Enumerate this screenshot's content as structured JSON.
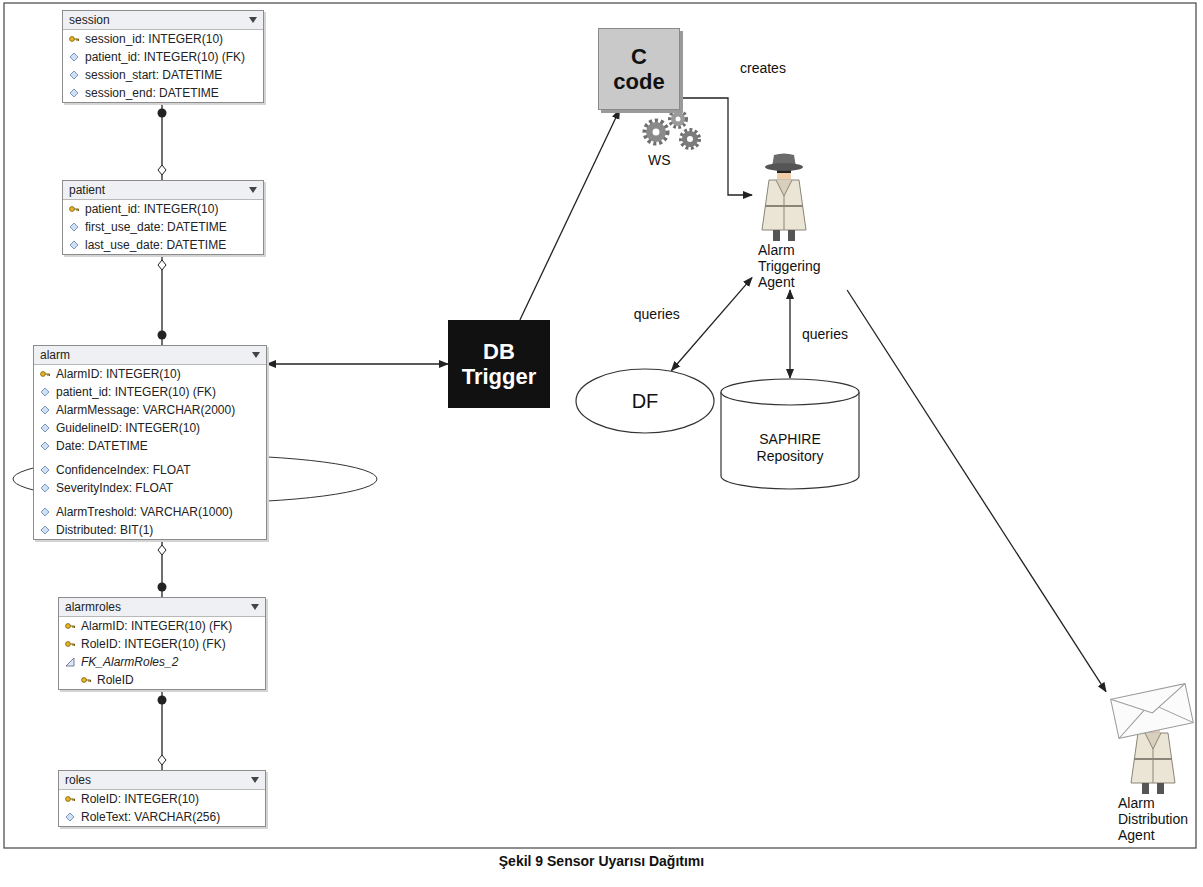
{
  "diagram": {
    "caption": "Şekil 9 Sensor Uyarısı Dağıtımı",
    "nodes": [
      {
        "text": [
          "session",
          "session_id: INTEGER(10)",
          "patient_id: INTEGER(10) (FK)",
          "session_start: DATETIME",
          "session_end: DATETIME"
        ]
      },
      {
        "text": [
          "patient",
          "patient_id: INTEGER(10)",
          "first_use_date: DATETIME",
          "last_use_date: DATETIME"
        ]
      },
      {
        "text": [
          "alarm",
          "AlarmID: INTEGER(10)",
          "patient_id: INTEGER(10) (FK)",
          "AlarmMessage: VARCHAR(2000)",
          "GuidelineID: INTEGER(10)",
          "Date: DATETIME",
          "ConfidenceIndex: FLOAT",
          "SeverityIndex: FLOAT",
          "AlarmTreshold: VARCHAR(1000)",
          "Distributed: BIT(1)"
        ]
      },
      {
        "text": [
          "alarmroles",
          "AlarmID: INTEGER(10) (FK)",
          "RoleID: INTEGER(10) (FK)",
          "FK_AlarmRoles_2",
          "RoleID"
        ]
      },
      {
        "text": [
          "roles",
          "RoleID: INTEGER(10)",
          "RoleText: VARCHAR(256)"
        ]
      },
      {
        "text": [
          "DB Trigger"
        ]
      },
      {
        "text": [
          "C code"
        ]
      },
      {
        "text": [
          "Alarm Triggering Agent"
        ]
      },
      {
        "text": [
          "DF"
        ]
      },
      {
        "text": [
          "SAPHIRE Repository"
        ]
      },
      {
        "text": [
          "Alarm Distribution Agent"
        ]
      }
    ],
    "edges": [
      {
        "from": 0,
        "to": 1,
        "arrow": "none"
      },
      {
        "from": 1,
        "to": 2,
        "arrow": "none"
      },
      {
        "from": 2,
        "to": 3,
        "arrow": "none"
      },
      {
        "from": 3,
        "to": 4,
        "arrow": "none"
      },
      {
        "from": 2,
        "to": 5,
        "arrow": "both"
      },
      {
        "from": 5,
        "to": 6,
        "arrow": "to"
      },
      {
        "from": 6,
        "to": 7,
        "label": "creates",
        "arrow": "to"
      },
      {
        "from": 7,
        "to": 8,
        "label": "queries",
        "arrow": "both"
      },
      {
        "from": 7,
        "to": 9,
        "label": "queries",
        "arrow": "both"
      },
      {
        "from": 7,
        "to": 10,
        "arrow": "to"
      }
    ],
    "labels": [
      "WS"
    ]
  }
}
